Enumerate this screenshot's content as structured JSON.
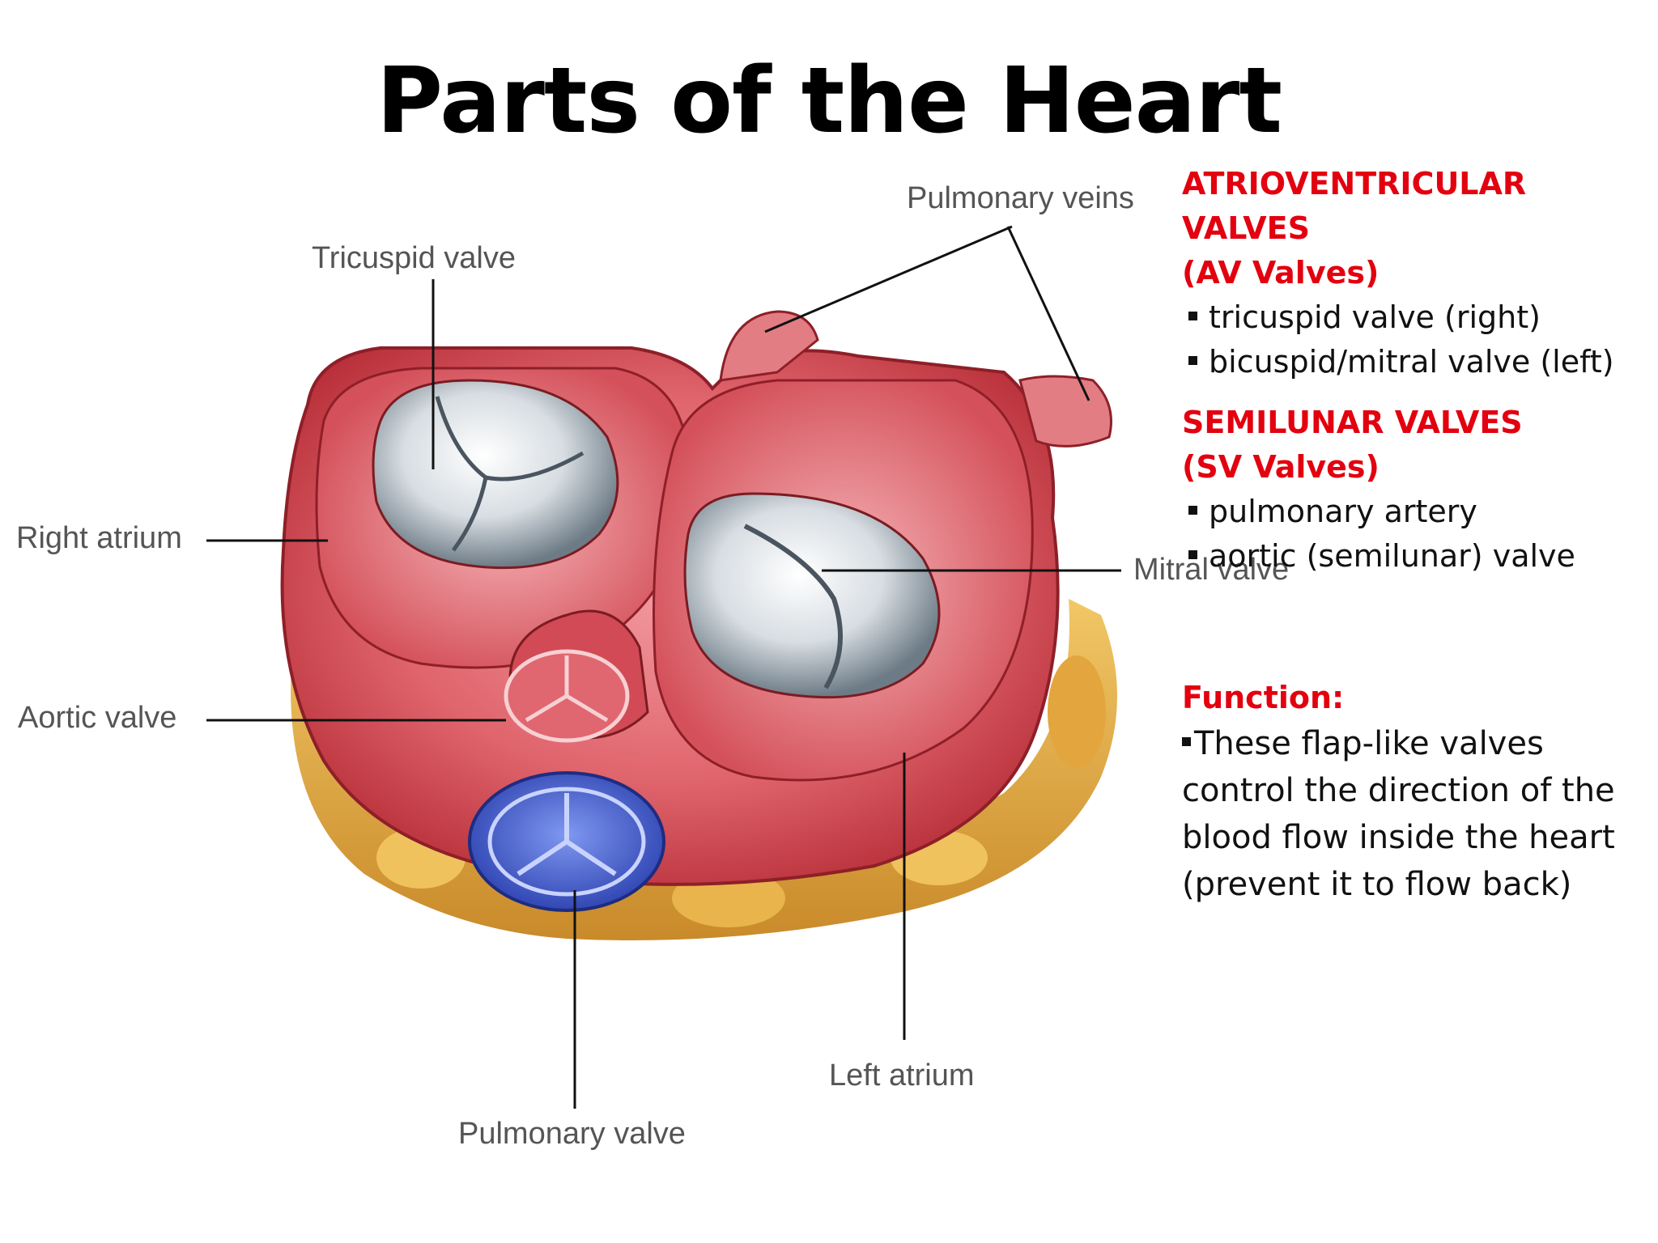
{
  "title": "Parts of the Heart",
  "labels": {
    "pulmonary_veins": "Pulmonary veins",
    "tricuspid_valve": "Tricuspid valve",
    "right_atrium": "Right atrium",
    "mitral_valve": "Mitral valve",
    "aortic_valve": "Aortic valve",
    "left_atrium": "Left atrium",
    "pulmonary_valve": "Pulmonary valve"
  },
  "av_section": {
    "heading_line1": "ATRIOVENTRICULAR VALVES",
    "heading_line2": "(AV Valves)",
    "items": [
      "tricuspid valve (right)",
      "bicuspid/mitral valve (left)"
    ]
  },
  "sv_section": {
    "heading_line1": "SEMILUNAR VALVES",
    "heading_line2": "(SV Valves)",
    "items": [
      "pulmonary artery",
      "aortic (semilunar) valve"
    ]
  },
  "function_section": {
    "heading": "Function:",
    "lines": [
      "These flap-like valves",
      "control the direction of the",
      "blood flow inside the heart",
      "(prevent it to flow back)"
    ]
  },
  "colors": {
    "heading_red": "#e3000f",
    "muscle": "#d9505a",
    "fat": "#e8b24a",
    "pulmonary_valve_blue": "#3d5fd6"
  }
}
